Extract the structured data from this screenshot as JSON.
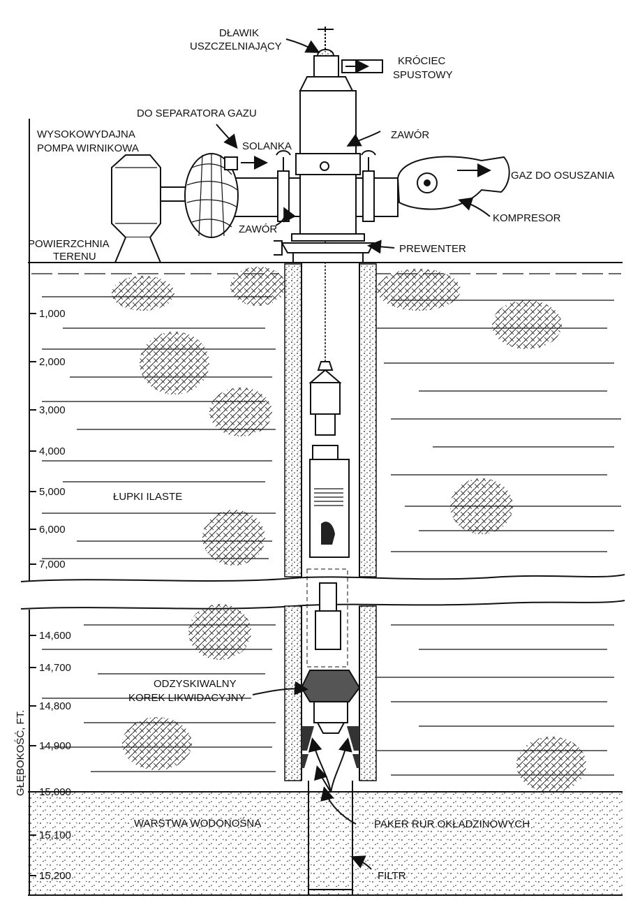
{
  "labels": {
    "dlawik_1": "DŁAWIK",
    "dlawik_2": "USZCZELNIAJĄCY",
    "krociec_1": "KRÓCIEC",
    "krociec_2": "SPUSTOWY",
    "do_separatora": "DO SEPARATORA GAZU",
    "pompa_1": "WYSOKOWYDAJNA",
    "pompa_2": "POMPA WIRNIKOWA",
    "solanka": "SOLANKA",
    "zawor_top": "ZAWÓR",
    "gaz": "GAZ DO OSUSZANIA",
    "kompresor": "KOMPRESOR",
    "zawor_low": "ZAWÓR",
    "powierzchnia_1": "POWIERZCHNIA",
    "powierzchnia_2": "TERENU",
    "prewenter": "PREWENTER",
    "lupki": "ŁUPKI ILASTE",
    "korek_1": "ODZYSKIWALNY",
    "korek_2": "KOREK LIKWIDACYJNY",
    "warstwa": "WARSTWA WODONOŚNA",
    "paker": "PAKER RUR OKŁADZINOWYCH",
    "filtr": "FILTR"
  },
  "axis_label": "GŁĘBOKOŚĆ, FT.",
  "depths_upper": [
    "1,000",
    "2,000",
    "3,000",
    "4,000",
    "5,000",
    "6,000",
    "7,000"
  ],
  "depths_lower": [
    "14,600",
    "14,700",
    "14,800",
    "14,900",
    "15,000",
    "15,100",
    "15,200"
  ]
}
